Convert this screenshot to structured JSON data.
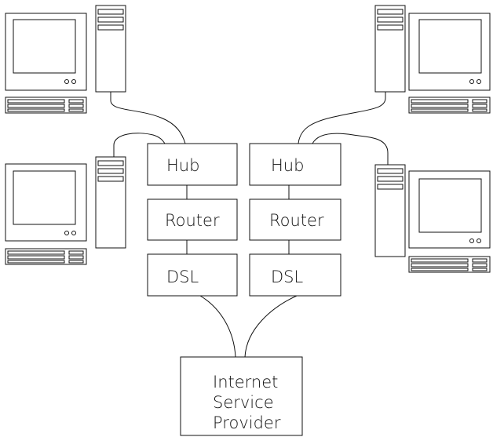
{
  "diagram": {
    "left_chain": {
      "hub": "Hub",
      "router": "Router",
      "dsl": "DSL"
    },
    "right_chain": {
      "hub": "Hub",
      "router": "Router",
      "dsl": "DSL"
    },
    "isp": {
      "line1": "Internet",
      "line2": "Service",
      "line3": "Provider"
    },
    "computers": [
      "computer-top-left",
      "computer-mid-left",
      "computer-top-right",
      "computer-mid-right"
    ],
    "colors": {
      "stroke": "#111111",
      "background": "#ffffff"
    }
  }
}
